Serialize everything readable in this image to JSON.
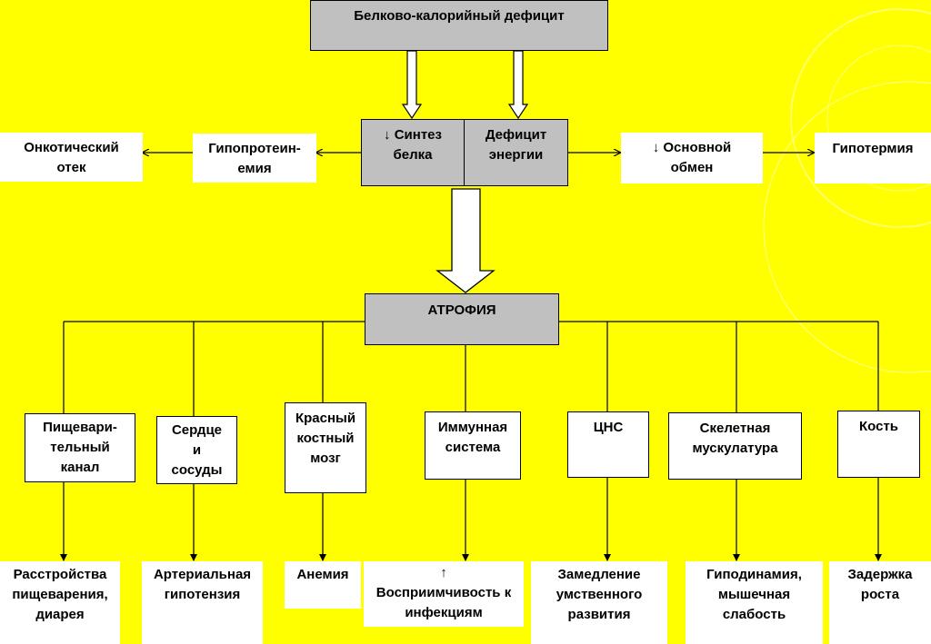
{
  "diagram": {
    "top": "Белково-калорийный дефицит",
    "synthesis": "↓ Синтез\nбелка",
    "energy": "Дефицит\nэнергии",
    "hypoproteinemia": "Гипопротеин-\nемия",
    "oncotic_edema": "Онкотический\nотек",
    "basal_metabolism": "↓ Основной\nобмен",
    "hypothermia": "Гипотермия",
    "atrophy": "АТРОФИЯ",
    "organs": [
      "Пищевари-\nтельный\nканал",
      "Сердце\nи\nсосуды",
      "Красный\nкостный\nмозг",
      "Иммунная\nсистема",
      "ЦНС",
      "Скелетная\nмускулатура",
      "Кость"
    ],
    "effects": [
      "Расстройства\nпищеварения,\nдиарея",
      "Артериальная\nгипотензия",
      "Анемия",
      "↑\nВосприимчивость к\nинфекциям",
      "Замедление\nумственного\nразвития",
      "Гиподинамия,\nмышечная\nслабость",
      "Задержка\nроста"
    ]
  },
  "colors": {
    "background": "#ffff00",
    "gray_box": "#c0c0c0",
    "white_box": "#ffffff"
  }
}
